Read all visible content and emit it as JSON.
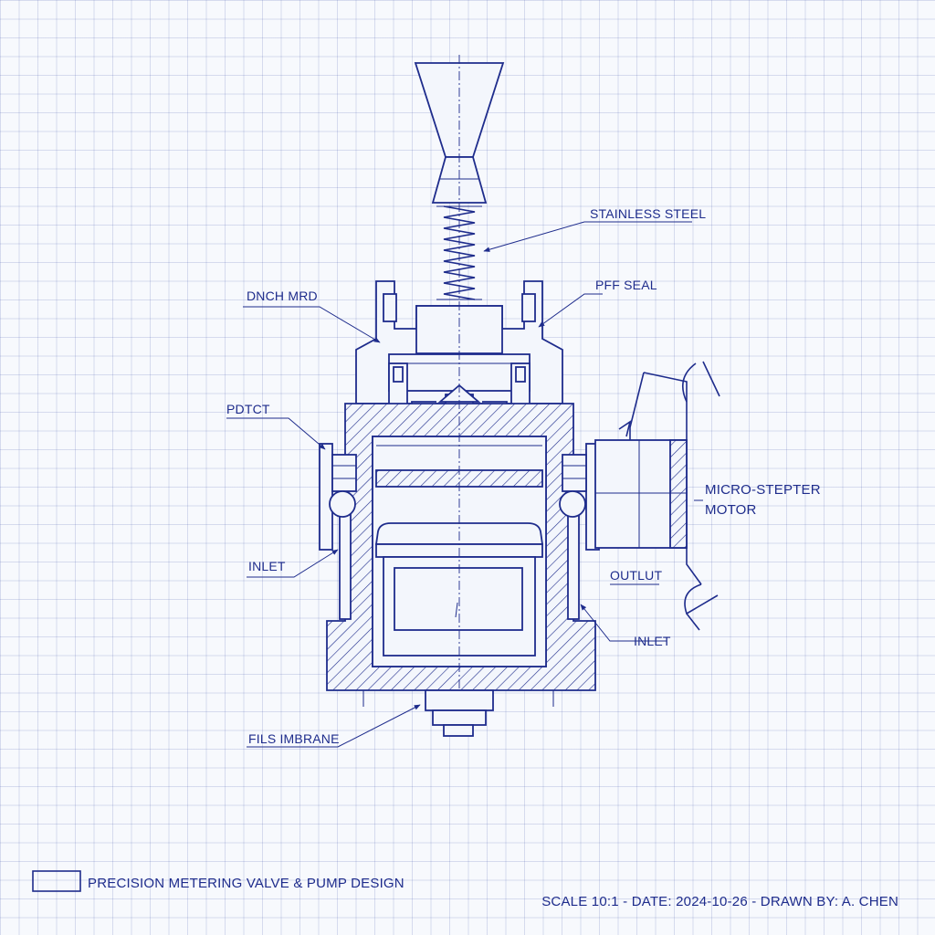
{
  "labels": {
    "stainless_steel": "STAINLESS STEEL",
    "dnch_mrd": "DNCH MRD",
    "pff_seal": "PFF SEAL",
    "pdtct": "PDTCT",
    "micro_stepper_line1": "MICRO-STEPTER",
    "micro_stepper_line2": "MOTOR",
    "inlet_left": "INLET",
    "outlut": "OUTLUT",
    "inlet_right": "INLET",
    "fils_imbrane": "FILS IMBRANE"
  },
  "title_block": {
    "title": "PRECISION METERING VALVE & PUMP DESIGN",
    "footer": "SCALE 10:1 - DATE: 2024-10-26 - DRAWN BY: A. CHEN"
  },
  "colors": {
    "ink": "#1e2c8c",
    "paper": "#f7f9fd",
    "grid": "#c9d0ea"
  }
}
